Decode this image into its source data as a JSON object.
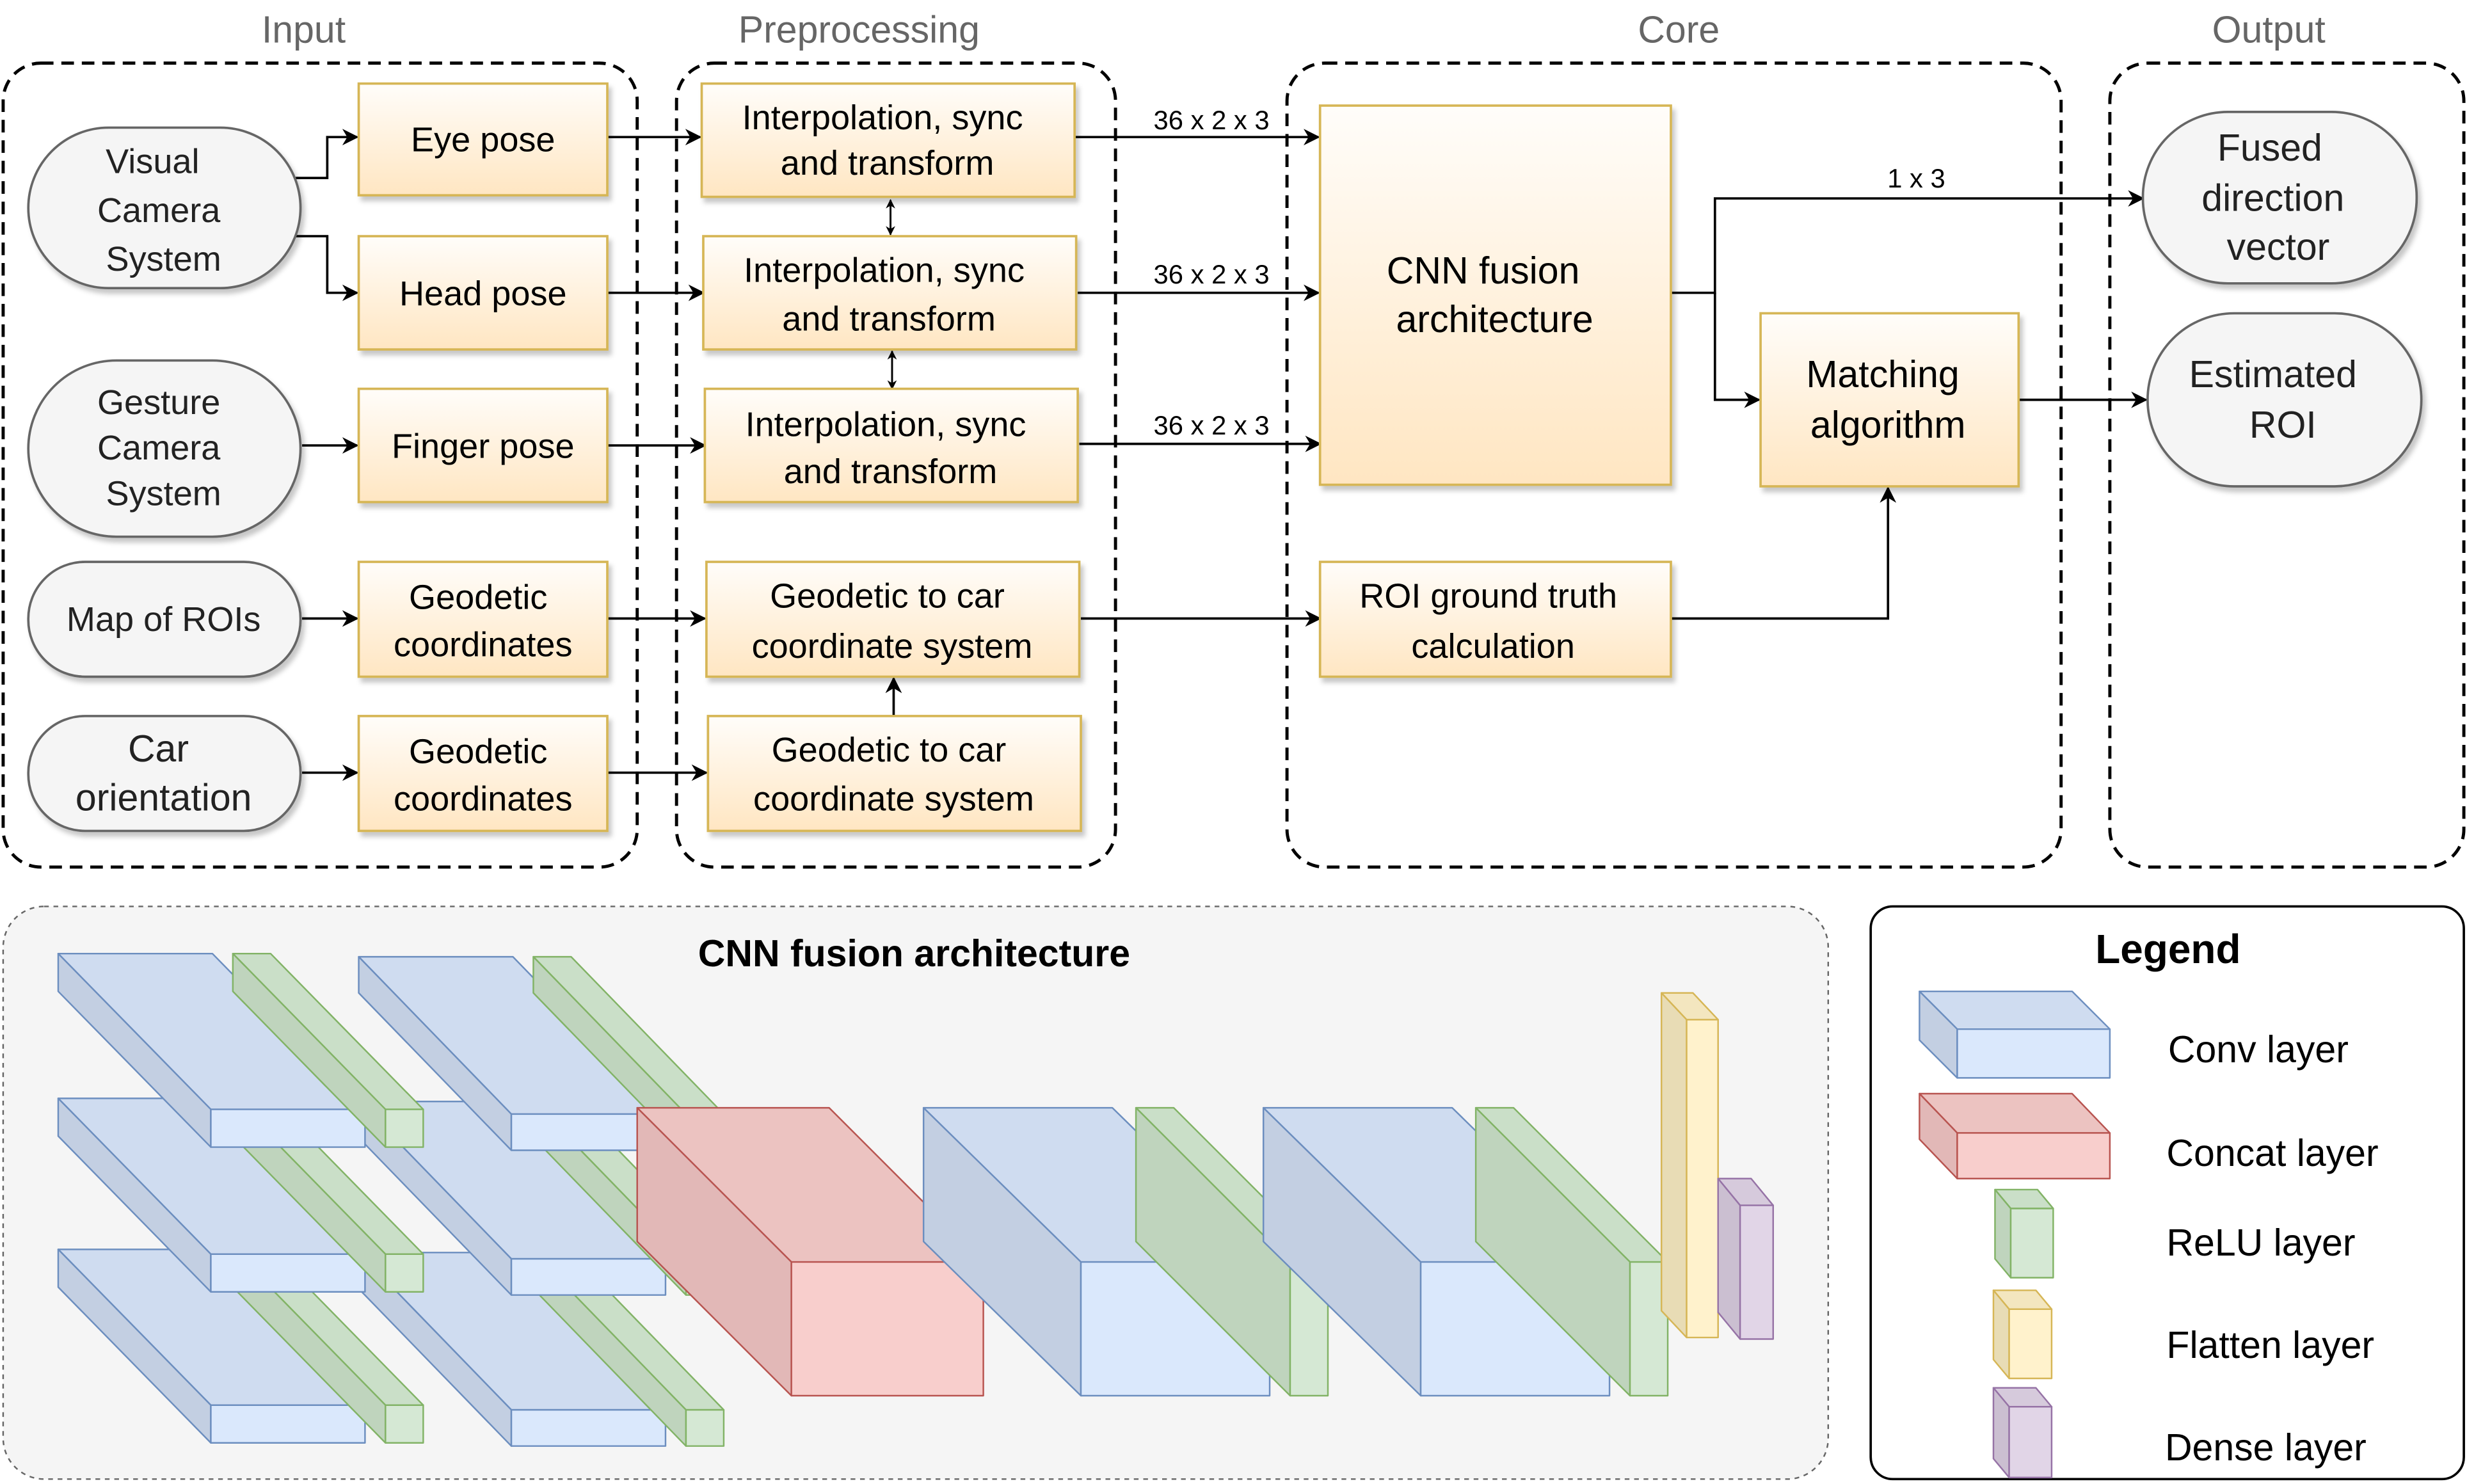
{
  "sections": {
    "input": "Input",
    "preprocessing": "Preprocessing",
    "core": "Core",
    "output": "Output"
  },
  "input": {
    "sources": [
      {
        "lines": [
          "Visual",
          "Camera",
          "System"
        ]
      },
      {
        "lines": [
          "Gesture",
          "Camera",
          "System"
        ]
      },
      {
        "lines": [
          "Map of ROIs"
        ]
      },
      {
        "lines": [
          "Car",
          "orientation"
        ]
      }
    ],
    "signals": [
      {
        "lines": [
          "Eye pose"
        ]
      },
      {
        "lines": [
          "Head pose"
        ]
      },
      {
        "lines": [
          "Finger pose"
        ]
      },
      {
        "lines": [
          "Geodetic",
          "coordinates"
        ]
      },
      {
        "lines": [
          "Geodetic",
          "coordinates"
        ]
      }
    ]
  },
  "preprocessing": {
    "blocks": [
      {
        "lines": [
          "Interpolation, sync",
          "and transform"
        ]
      },
      {
        "lines": [
          "Interpolation, sync",
          "and transform"
        ]
      },
      {
        "lines": [
          "Interpolation, sync",
          "and transform"
        ]
      },
      {
        "lines": [
          "Geodetic to car",
          "coordinate system"
        ]
      },
      {
        "lines": [
          "Geodetic to car",
          "coordinate system"
        ]
      }
    ]
  },
  "core": {
    "cnn": {
      "lines": [
        "CNN fusion",
        "architecture"
      ]
    },
    "matching": {
      "lines": [
        "Matching",
        "algorithm"
      ]
    },
    "roi_gt": {
      "lines": [
        "ROI ground truth",
        "calculation"
      ]
    }
  },
  "output": {
    "items": [
      {
        "lines": [
          "Fused",
          "direction",
          "vector"
        ]
      },
      {
        "lines": [
          "Estimated",
          "ROI"
        ]
      }
    ]
  },
  "edge_labels": {
    "eye_to_cnn": "36 x 2 x 3",
    "head_to_cnn": "36 x 2 x 3",
    "finger_to_cnn": "36 x 2 x 3",
    "cnn_to_fused": "1 x 3"
  },
  "cnn_panel": {
    "title": "CNN fusion architecture"
  },
  "legend": {
    "title": "Legend",
    "items": [
      {
        "label": "Conv layer",
        "type": "conv"
      },
      {
        "label": "Concat layer",
        "type": "concat"
      },
      {
        "label": "ReLU layer",
        "type": "relu"
      },
      {
        "label": "Flatten layer",
        "type": "flatten"
      },
      {
        "label": "Dense layer",
        "type": "dense"
      }
    ]
  },
  "colors": {
    "conv": {
      "front": "#dae8fc",
      "side": "#c3cfe2",
      "top": "#cfdcf0",
      "stroke": "#6c8ebf"
    },
    "concat": {
      "front": "#f8cecc",
      "side": "#e2b8b7",
      "top": "#ecc3c1",
      "stroke": "#b85450"
    },
    "relu": {
      "front": "#d5e8d4",
      "side": "#bfd4bd",
      "top": "#cadfc8",
      "stroke": "#82b366"
    },
    "flatten": {
      "front": "#fff2cc",
      "side": "#e8dcb5",
      "top": "#f3e6bf",
      "stroke": "#d6b656"
    },
    "dense": {
      "front": "#e1d5e7",
      "side": "#cbbfd1",
      "top": "#d6cadc",
      "stroke": "#9673a6"
    }
  }
}
